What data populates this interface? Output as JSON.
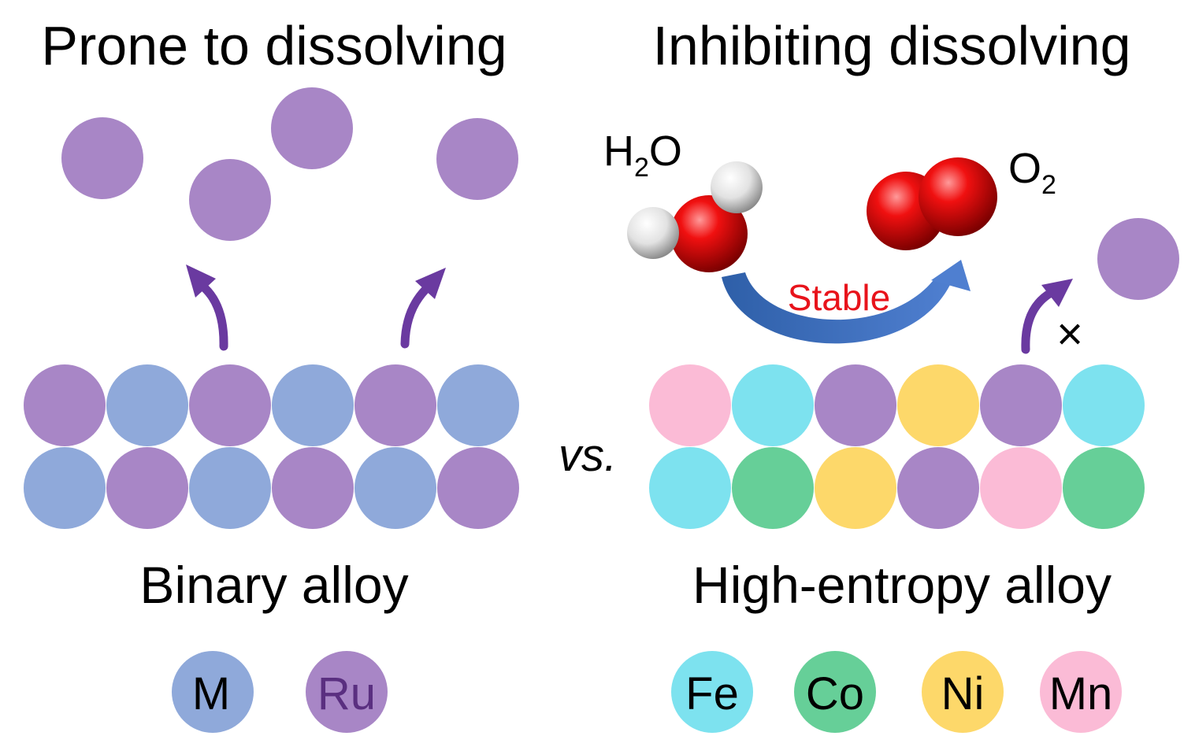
{
  "left_panel": {
    "title": "Prone to dissolving",
    "caption": "Binary alloy",
    "legend": [
      {
        "label": "M",
        "color": "#8FA9DA",
        "text_color": "#000000"
      },
      {
        "label": "Ru",
        "color": "#A886C6",
        "text_color": "#5A2F80"
      }
    ],
    "lattice_rows": [
      [
        "Ru",
        "M",
        "Ru",
        "M",
        "Ru",
        "M"
      ],
      [
        "M",
        "Ru",
        "M",
        "Ru",
        "M",
        "Ru"
      ]
    ]
  },
  "right_panel": {
    "title": "Inhibiting dissolving",
    "caption": "High-entropy alloy",
    "reactant": {
      "main": "H",
      "sub": "2",
      "tail": "O"
    },
    "product": {
      "main": "O",
      "sub": "2"
    },
    "process_label": "Stable",
    "blocked_mark": "×",
    "legend": [
      {
        "label": "Fe",
        "color": "#7DE2EF",
        "text_color": "#000000"
      },
      {
        "label": "Co",
        "color": "#66CF98",
        "text_color": "#000000"
      },
      {
        "label": "Ni",
        "color": "#FDD86A",
        "text_color": "#000000"
      },
      {
        "label": "Mn",
        "color": "#FBBBD6",
        "text_color": "#000000"
      }
    ],
    "lattice_rows": [
      [
        "Mn",
        "Fe",
        "Ru",
        "Ni",
        "Ru",
        "Fe"
      ],
      [
        "Fe",
        "Co",
        "Ni",
        "Ru",
        "Mn",
        "Co"
      ]
    ]
  },
  "separator": "vs.",
  "colors": {
    "M": "#8FA9DA",
    "Ru": "#A886C6",
    "Fe": "#7DE2EF",
    "Co": "#66CF98",
    "Ni": "#FDD86A",
    "Mn": "#FBBBD6",
    "arrow_purple": "#6A3AA0",
    "arrow_blue": "#4A73C0",
    "stable_red": "#E8131B",
    "oxygen_red": "#E00000",
    "hydrogen_white": "#F2F2F2"
  }
}
